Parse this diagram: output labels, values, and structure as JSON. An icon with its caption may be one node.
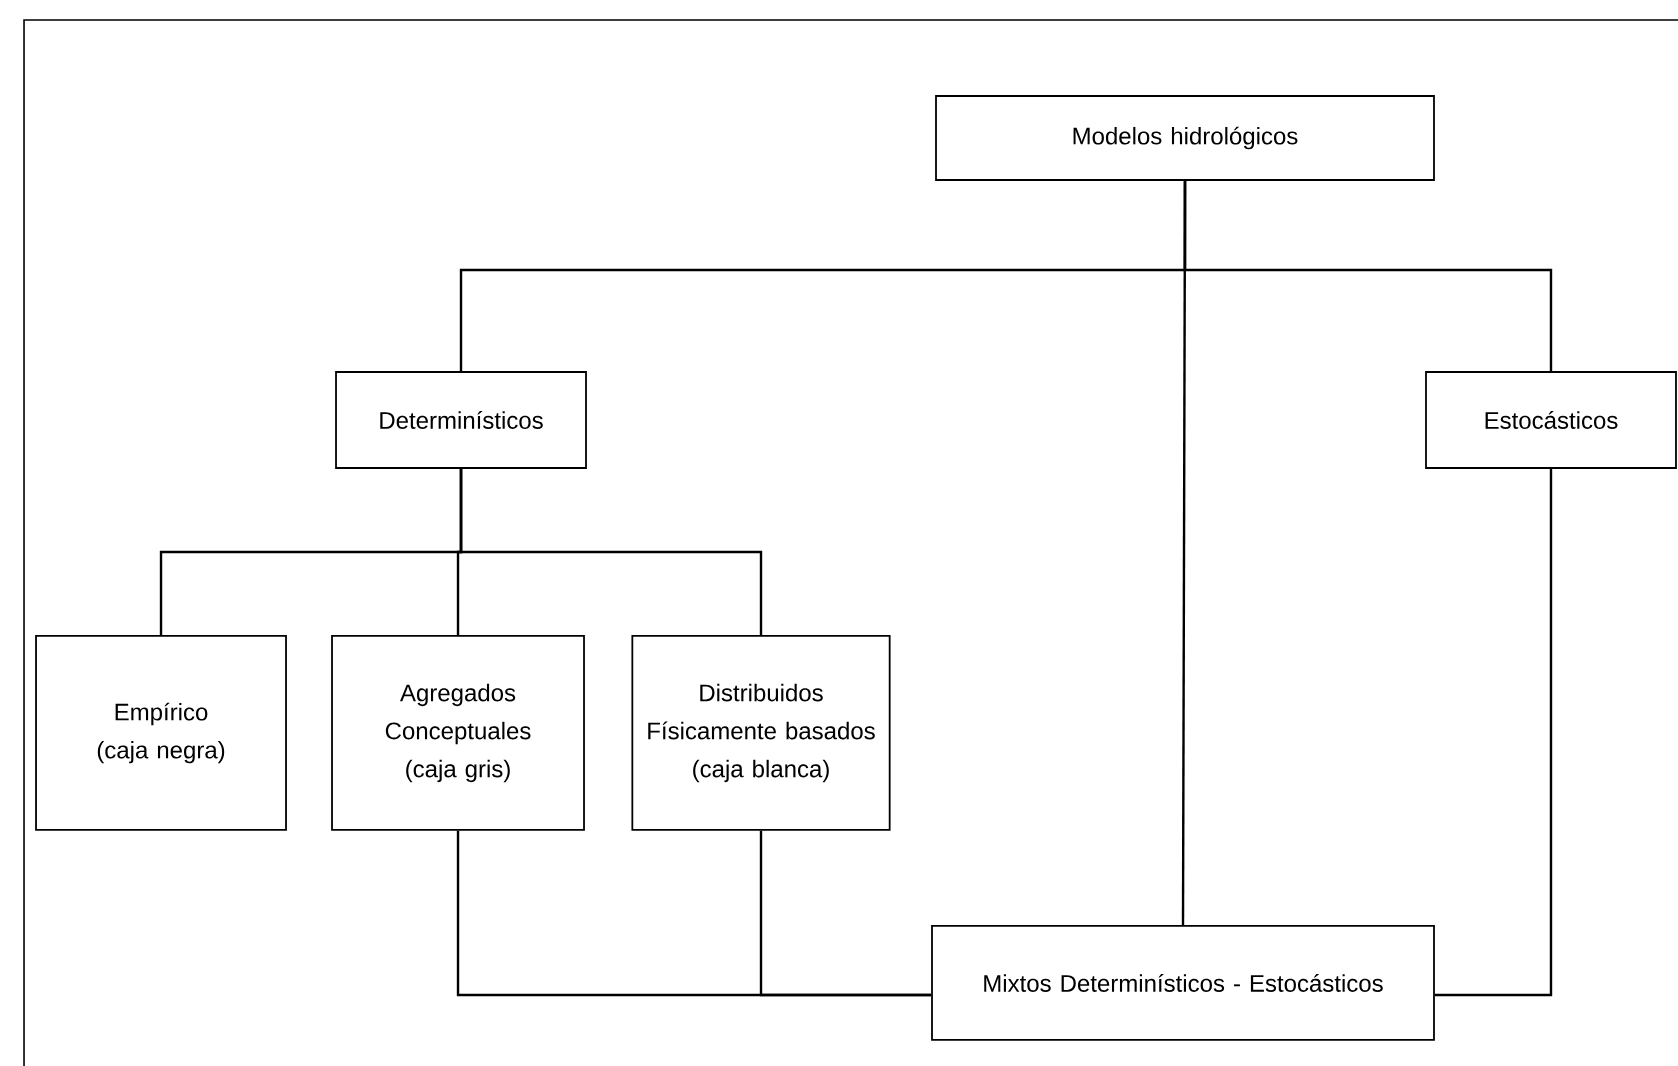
{
  "diagram": {
    "nodes": [
      {
        "text": [
          "Modelos hidrológicos"
        ]
      },
      {
        "text": [
          "Determinísticos"
        ]
      },
      {
        "text": [
          "Estocásticos"
        ]
      },
      {
        "text": [
          "Empírico (caja negra)"
        ]
      },
      {
        "text": [
          "Agregados Conceptuales (caja gris)"
        ]
      },
      {
        "text": [
          "Distribuidos Físicamente basados (caja blanca)"
        ]
      },
      {
        "text": [
          "Mixtos Determinísticos - Estocásticos"
        ]
      }
    ],
    "edges": [
      {
        "from": 0,
        "to": 1,
        "arrow": "none"
      },
      {
        "from": 0,
        "to": 2,
        "arrow": "none"
      },
      {
        "from": 0,
        "to": 6,
        "arrow": "none"
      },
      {
        "from": 1,
        "to": 3,
        "arrow": "none"
      },
      {
        "from": 1,
        "to": 4,
        "arrow": "none"
      },
      {
        "from": 1,
        "to": 5,
        "arrow": "none"
      },
      {
        "from": 4,
        "to": 6,
        "arrow": "none"
      },
      {
        "from": 5,
        "to": 6,
        "arrow": "none"
      },
      {
        "from": 2,
        "to": 6,
        "arrow": "none"
      }
    ]
  }
}
